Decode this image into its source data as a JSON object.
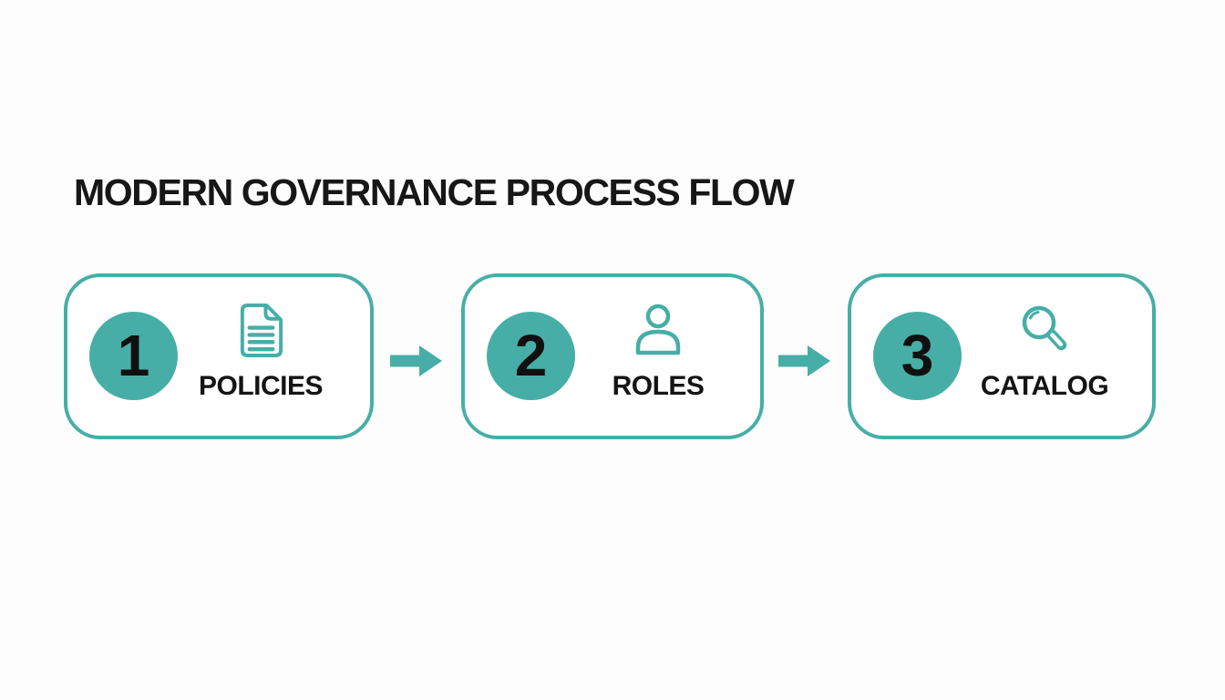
{
  "title": "MODERN GOVERNANCE PROCESS FLOW",
  "colors": {
    "teal": "#47AEA7",
    "ink": "#171717",
    "background": "#fdfdfd"
  },
  "steps": [
    {
      "number": "1",
      "label": "POLICIES",
      "icon": "document-icon"
    },
    {
      "number": "2",
      "label": "ROLES",
      "icon": "person-icon"
    },
    {
      "number": "3",
      "label": "CATALOG",
      "icon": "search-icon"
    }
  ],
  "connectors": [
    {
      "icon": "right-arrow-icon"
    },
    {
      "icon": "right-arrow-icon"
    }
  ]
}
